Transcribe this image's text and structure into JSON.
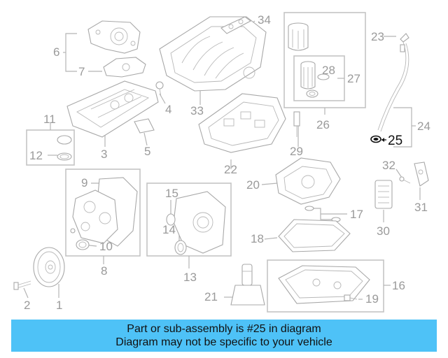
{
  "diagram": {
    "callouts": [
      "1",
      "2",
      "3",
      "4",
      "5",
      "6",
      "7",
      "8",
      "9",
      "10",
      "11",
      "12",
      "13",
      "14",
      "15",
      "16",
      "17",
      "18",
      "19",
      "20",
      "21",
      "22",
      "23",
      "24",
      "25",
      "26",
      "27",
      "28",
      "29",
      "30",
      "31",
      "32",
      "33",
      "34"
    ],
    "highlighted": "25",
    "highlight_color": "#111111",
    "part_color": "#a8a8a8"
  },
  "banner": {
    "line1": "Part or sub-assembly is #25 in diagram",
    "line2": "Diagram may not be specific to your vehicle",
    "background": "#4ec2f7"
  }
}
